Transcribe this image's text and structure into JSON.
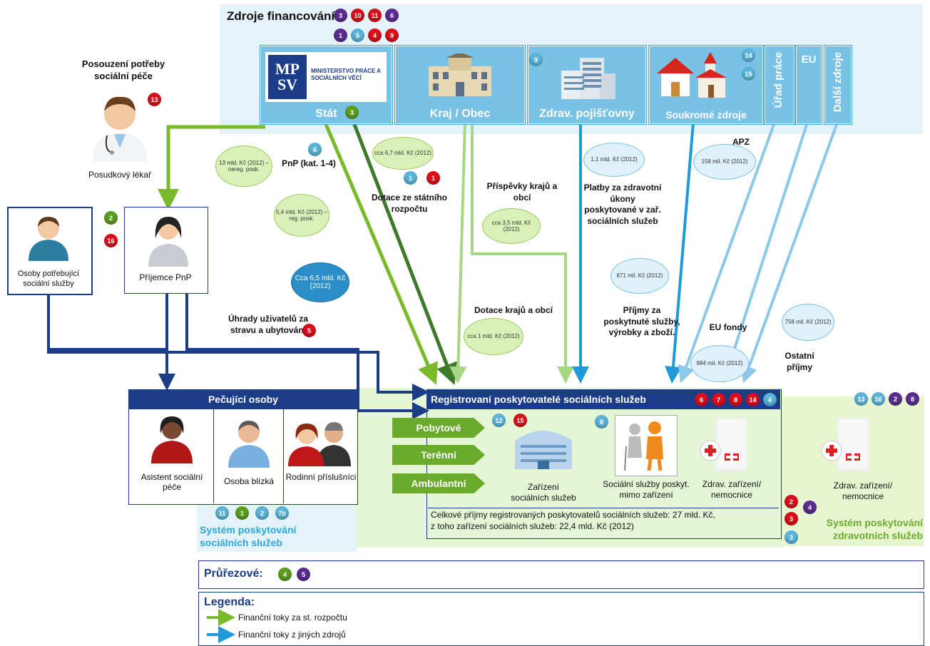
{
  "funding": {
    "title": "Zdroje financování",
    "title_badges": [
      {
        "n": "3",
        "c": "purple"
      },
      {
        "n": "10",
        "c": "red"
      },
      {
        "n": "11",
        "c": "red"
      },
      {
        "n": "6",
        "c": "purple"
      }
    ],
    "title_badges2": [
      {
        "n": "1",
        "c": "purple"
      },
      {
        "n": "5",
        "c": "lblue"
      },
      {
        "n": "4",
        "c": "red"
      },
      {
        "n": "9",
        "c": "red"
      }
    ],
    "mpsv_logo": "MP SV",
    "mpsv_text": "MINISTERSTVO PRÁCE A SOCIÁLNÍCH VĚCÍ",
    "stat": "Stát",
    "kraj": "Kraj / Obec",
    "zdrav": "Zdrav. pojišťovny",
    "soukrome": "Soukromé zdroje",
    "urad": "Úřad práce",
    "eu": "EU",
    "dalsi": "Další zdroje"
  },
  "assessment": {
    "title": "Posouzení potřeby sociální péče",
    "doctor": "Posudkový lékař"
  },
  "people": {
    "needing": "Osoby potřebující sociální služby",
    "recipient": "Příjemce PnP"
  },
  "flows": {
    "pnp": "PnP (kat. 1-4)",
    "dotace_stat": "Dotace ze státního rozpočtu",
    "prispevky": "Příspěvky krajů a obcí",
    "platby": "Platby za zdravotní úkony poskytované v zař. sociálních služeb",
    "apz": "APZ",
    "uhrady": "Úhrady uživatelů za stravu a ubytování",
    "dotace_kraje": "Dotace krajů a obcí",
    "prijmy": "Příjmy za poskytnuté služby, výrobky a zboží.",
    "eu_fondy": "EU fondy",
    "ostatni": "Ostatní příjmy"
  },
  "bubbles": {
    "b13": "13 mld. Kč (2012) – nereg. posk.",
    "b54": "5,4 mld. Kč (2012) – reg. posk.",
    "b67": "cca 6,7 mld. Kč (2012)",
    "b35": "cca 3,5 mld. Kč (2012)",
    "b11": "1,1 mld. Kč (2012)",
    "b158": "158 mil. Kč (2012)",
    "b671": "671 mil. Kč (2012)",
    "b65": "Cca 6,5 mld. Kč (2012)",
    "b1": "cca 1 mld. Kč (2012)",
    "b984": "984 mil. Kč (2012)",
    "b758": "758 mil. Kč (2012)"
  },
  "carers": {
    "title": "Pečující osoby",
    "assistant": "Asistent sociální péče",
    "close": "Osoba blízká",
    "family": "Rodinní příslušníci",
    "system": "Systém poskytování sociálních služeb"
  },
  "providers": {
    "title": "Registrovaní poskytovatelé sociálních služeb",
    "pobytove": "Pobytové",
    "terenni": "Terénní",
    "ambulantni": "Ambulantní",
    "zarizeni": "Zařízení sociálních služeb",
    "mimo": "Sociální služby poskyt. mimo zařízení",
    "nemocnice": "Zdrav. zařízení/ nemocnice",
    "summary1": "Celkové příjmy registrovaných poskytovatelů sociálních služeb: 27 mld. Kč,",
    "summary2": "z toho zařízení sociálních služeb: 22,4 mld. Kč (2012)"
  },
  "health": {
    "nemocnice": "Zdrav. zařízení/ nemocnice",
    "system": "Systém poskytování zdravotních služeb"
  },
  "pruzezove": "Průřezové:",
  "legend": {
    "title": "Legenda:",
    "green": "Finanční toky za st. rozpočtu",
    "blue": "Finanční toky z jiných zdrojů"
  },
  "colors": {
    "green_flow": "#7ab929",
    "dark_green_flow": "#3d7a2a",
    "light_green_flow": "#a6d785",
    "blue_flow": "#1e9ad6",
    "light_blue_flow": "#8cc8e8",
    "navy_flow": "#1b3c87"
  }
}
